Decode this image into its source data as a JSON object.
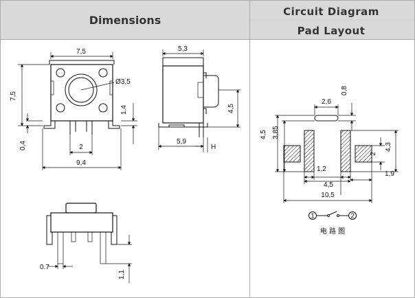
{
  "headers": {
    "dimensions": "Dimensions",
    "circuit_diagram": "Circuit Diagram",
    "pad_layout": "Pad Layout"
  },
  "front_view": {
    "width": "7,5",
    "height": "7,5",
    "diameter": "Ø3,5",
    "pin_h": "1,4",
    "leg": "0,4",
    "pin_gap": "2",
    "overall_w": "9,4"
  },
  "side_view": {
    "top": "5,3",
    "height": "4,5",
    "bottom": "5,9",
    "h_label": "H"
  },
  "bottom_view": {
    "pin_w": "0.7",
    "pin_len": "1,1"
  },
  "pad_layout": {
    "w_26": "2,6",
    "w_08": "0,8",
    "h_45": "4,5",
    "h_385": "3,85",
    "h_43": "4,3",
    "h_2": "2",
    "gap_12": "1,2",
    "w_45": "4,5",
    "w_19": "1,9",
    "w_105": "10,5"
  },
  "circuit": {
    "node1": "1",
    "node2": "2",
    "caption": "电 路 图"
  },
  "colors": {
    "header_bg": "#d9d9d9",
    "border": "#aaaaaa",
    "line": "#111111"
  }
}
